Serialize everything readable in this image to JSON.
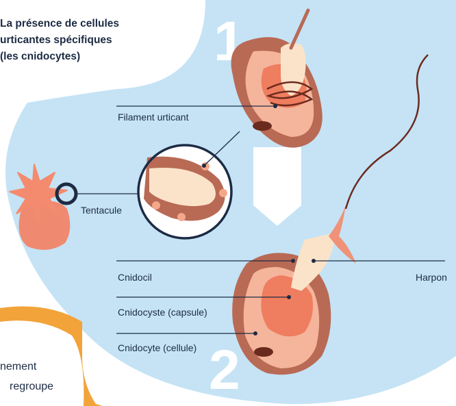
{
  "title": [
    "La présence de cellules",
    "urticantes spécifiques",
    "(les cnidocytes)"
  ],
  "step_numbers": [
    "1",
    "2"
  ],
  "labels": {
    "filament": "Filament urticant",
    "tentacule": "Tentacule",
    "cnidocil": "Cnidocil",
    "cnidocyste": "Cnidocyste (capsule)",
    "cnidocyte": "Cnidocyte (cellule)",
    "harpon": "Harpon"
  },
  "cut_text": [
    "nement",
    "regroupe"
  ],
  "colors": {
    "background_disc": "#c5e3f5",
    "step_number": "#ffffff",
    "cell_outer": "#b86a55",
    "cell_inner": "#f4a88a",
    "capsule": "#ef7d5f",
    "harpon": "#fbe3c9",
    "leader_line": "#1d2b44",
    "accent_orange": "#f2a33a"
  }
}
